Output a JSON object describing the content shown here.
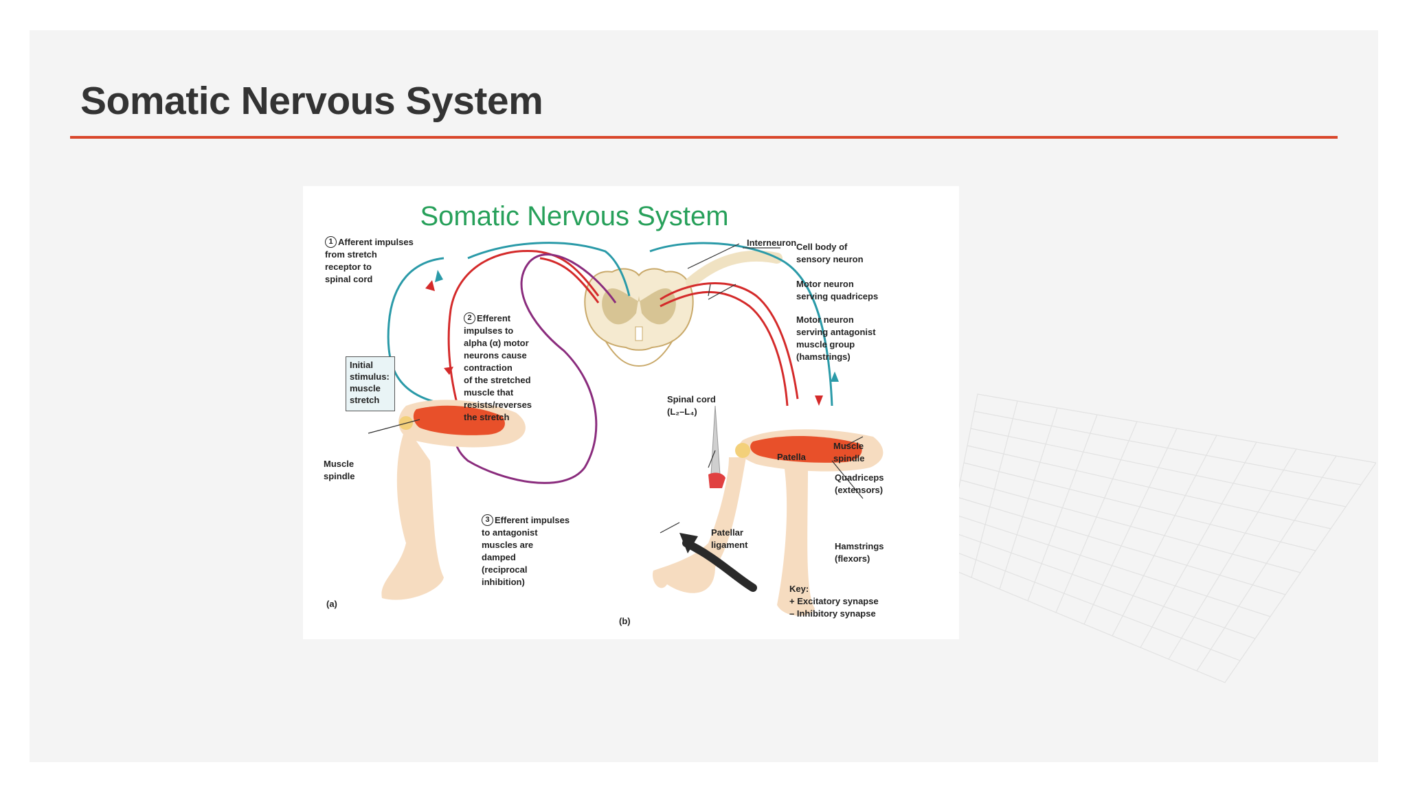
{
  "slide": {
    "title": "Somatic Nervous System",
    "accent_color": "#d9472b",
    "title_color": "#333333"
  },
  "figure": {
    "title": "Somatic Nervous System",
    "title_color": "#27a05a",
    "labels": {
      "step1_num": "1",
      "step1": "Afferent impulses\nfrom stretch\nreceptor to\nspinal cord",
      "step2_num": "2",
      "step2": "Efferent\nimpulses to\nalpha (α) motor\nneurons cause\ncontraction\nof the stretched\nmuscle that\nresists/reverses\nthe stretch",
      "step3_num": "3",
      "step3": "Efferent impulses\nto antagonist\nmuscles are\ndamped\n(reciprocal\ninhibition)",
      "initial_stimulus": "Initial\nstimulus:\nmuscle\nstretch",
      "muscle_spindle_left": "Muscle\nspindle",
      "panel_a": "(a)",
      "panel_b": "(b)",
      "interneuron": "Interneuron",
      "cell_body": "Cell body of\nsensory neuron",
      "motor_quadriceps": "Motor neuron\nserving quadriceps",
      "motor_antagonist": "Motor neuron\nserving antagonist\nmuscle group\n(hamstrings)",
      "spinal_cord": "Spinal cord\n(L₂–L₄)",
      "muscle_spindle_right": "Muscle\nspindle",
      "patella": "Patella",
      "quadriceps": "Quadriceps\n(extensors)",
      "patellar_ligament": "Patellar\nligament",
      "hamstrings": "Hamstrings\n(flexors)",
      "key": "Key:\n+  Excitatory synapse\n–  Inhibitory synapse"
    },
    "colors": {
      "afferent": "#2a9aa8",
      "efferent": "#d42a2a",
      "inhibition": "#8a2c7d",
      "skin": "#f6dcc0",
      "muscle": "#e8502a"
    }
  }
}
